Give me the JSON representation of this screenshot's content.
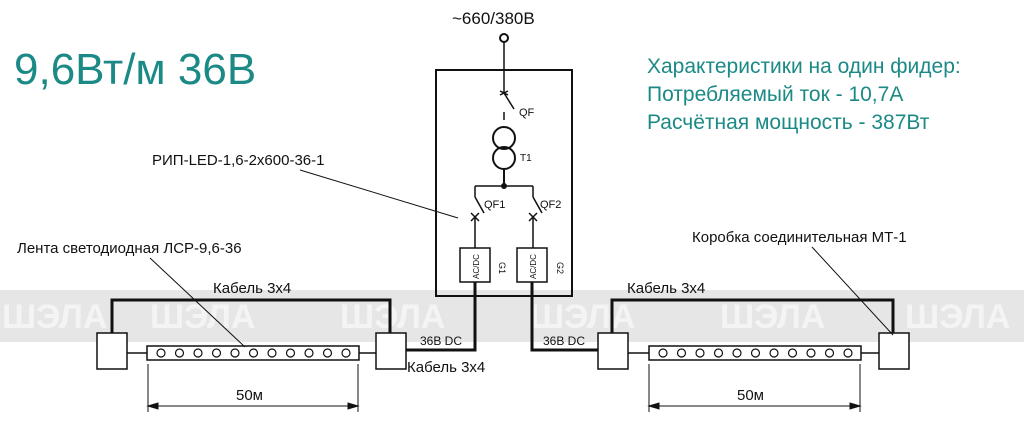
{
  "title": "9,6Вт/м 36В",
  "supply": "~660/380В",
  "specs": {
    "heading": "Характеристики на один фидер:",
    "current": "Потребляемый ток - 10,7А",
    "power": "Расчётная мощность - 387Вт"
  },
  "labels": {
    "rip": "РИП-LED-1,6-2х600-36-1",
    "strip": "Лента светодиодная ЛСР-9,6-36",
    "box": "Коробка соединительная МТ-1",
    "cable_left": "Кабель 3х4",
    "cable_right": "Кабель 3х4",
    "cable_bottom": "Кабель 3х4",
    "dc_left": "36В DC",
    "dc_right": "36В DC",
    "len_left": "50м",
    "len_right": "50м"
  },
  "components": {
    "qf": "QF",
    "t1": "T1",
    "qf1": "QF1",
    "qf2": "QF2",
    "g1": "G1",
    "g2": "G2",
    "acdc1": "AC/DC",
    "acdc2": "AC/DC"
  },
  "watermark": "ШЭЛА",
  "colors": {
    "accent": "#1b8a86",
    "line": "#111111",
    "band": "#e6e6e6"
  }
}
